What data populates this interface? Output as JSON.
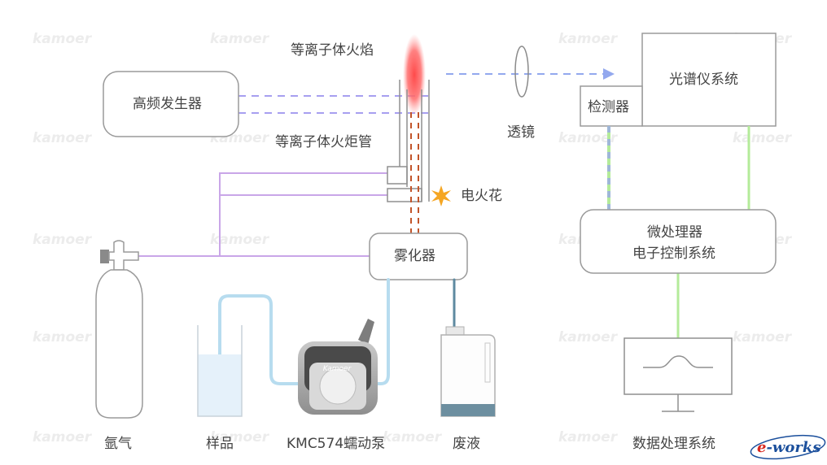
{
  "labels": {
    "plasma_flame": "等离子体火焰",
    "rf_generator": "高频发生器",
    "torch": "等离子体火炬管",
    "lens": "透镜",
    "detector": "检测器",
    "spectrometer": "光谱仪系统",
    "spark": "电火花",
    "nebulizer": "雾化器",
    "processor_line1": "微处理器",
    "processor_line2": "电子控制系统",
    "argon": "氩气",
    "sample": "样品",
    "pump": "KMC574蠕动泵",
    "waste": "废液",
    "data_system": "数据处理系统"
  },
  "watermark": "kamoer",
  "pump_brand": "Kamoer",
  "source_logo": {
    "prefix": "e",
    "rest": "-works"
  },
  "colors": {
    "gas_line": "#c9a6e8",
    "rf_dashed": "#a79ff0",
    "liquid_line": "#b7dcef",
    "waste_line": "#5e8aa0",
    "signal_line": "#b4eb9a",
    "signal_dash": "#9fb7d8",
    "flame": "#ff6464",
    "sample_dash": "#c2542a",
    "box_stroke": "#9a9a9a",
    "light_arrow": "#93a8ee",
    "spark": "#f5a623",
    "waste_fill": "#6d8fa0",
    "eworks_red": "#d7261e",
    "eworks_blue": "#1b4f9c"
  },
  "icons": [
    "spark-icon",
    "argon-cylinder-icon",
    "sample-beaker-icon",
    "peristaltic-pump-icon",
    "waste-container-icon",
    "monitor-icon",
    "lens-icon",
    "flame-icon"
  ]
}
